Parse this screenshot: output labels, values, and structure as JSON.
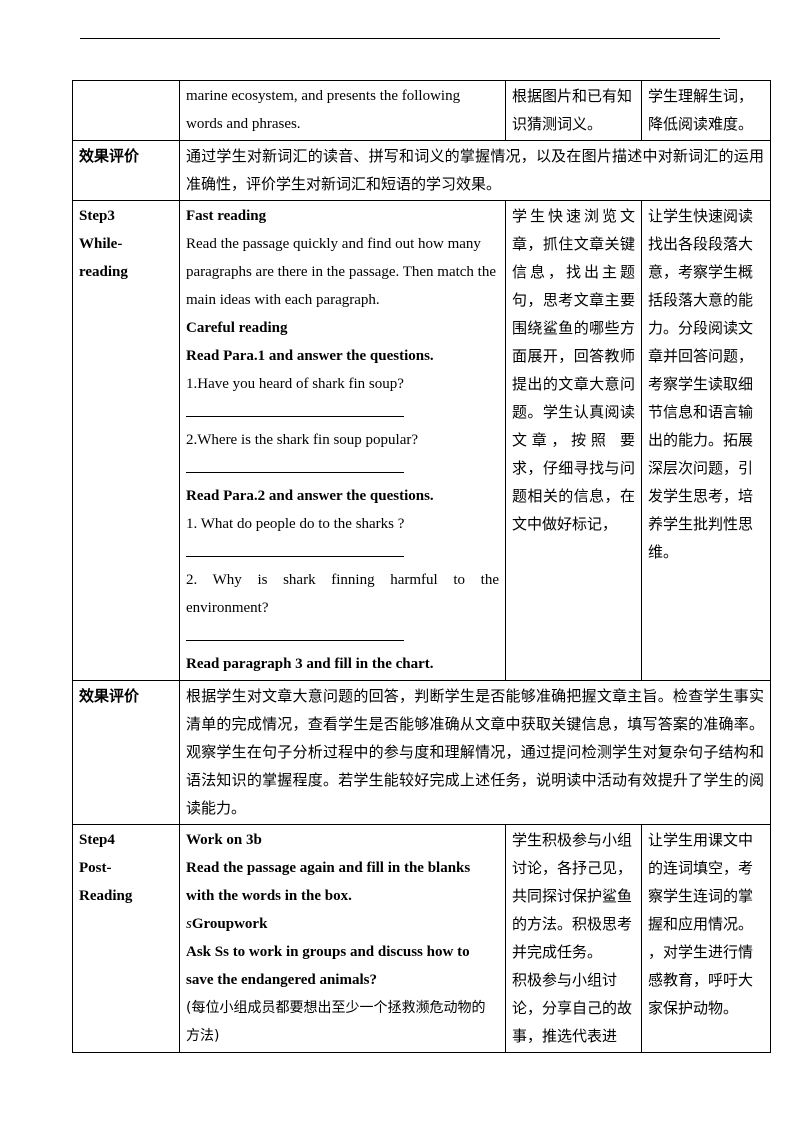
{
  "rows": {
    "r1": {
      "col2": [
        "marine ecosystem, and presents the following",
        "words and phrases."
      ],
      "col3": "根据图片和已有知识猜测词义。",
      "col4": "学生理解生词，降低阅读难度。"
    },
    "r2": {
      "label": "效果评价",
      "text": "通过学生对新词汇的读音、拼写和词义的掌握情况，以及在图片描述中对新词汇的运用准确性，评价学生对新词汇和短语的学习效果。"
    },
    "r3": {
      "step": [
        "Step3",
        "While-",
        "reading"
      ],
      "fast_title": "Fast reading",
      "fast_text": "Read the passage quickly and find out how many paragraphs are there in the passage. Then match the main ideas with each paragraph.",
      "careful_title": "Careful reading",
      "para1_title": "Read Para.1 and answer the questions.",
      "q1": "1.Have you heard of shark fin soup?",
      "q2": "2.Where is the shark fin soup popular?",
      "para2_title": "Read Para.2 and answer the questions.",
      "q3": "1.  What do people do to the sharks ?",
      "q4": "2. Why is shark finning harmful to the environment?",
      "para3_title": "Read paragraph 3 and fill in the chart.",
      "col3": "学生快速浏览文章，抓住文章关键信息，找出主题句，思考文章主要围绕鲨鱼的哪些方面展开，回答教师提出的文章大意问题。学生认真阅读文章，按照 要求，仔细寻找与问题相关的信息，在文中做好标记，",
      "col4": "让学生快速阅读找出各段段落大意，考察学生概括段落大意的能力。分段阅读文章并回答问题，考察学生读取细节信息和语言输出的能力。拓展深层次问题，引发学生思考，培养学生批判性思维。"
    },
    "r4": {
      "label": "效果评价",
      "text": "根据学生对文章大意问题的回答，判断学生是否能够准确把握文章主旨。检查学生事实清单的完成情况，查看学生是否能够准确从文章中获取关键信息，填写答案的准确率。观察学生在句子分析过程中的参与度和理解情况，通过提问检测学生对复杂句子结构和语法知识的掌握程度。若学生能较好完成上述任务，说明读中活动有效提升了学生的阅读能力。"
    },
    "r5": {
      "step": [
        "Step4",
        "Post-",
        "Reading"
      ],
      "work_title": "Work on 3b",
      "work_text": "Read the passage again and fill in the blanks with the words in the box.",
      "group_prefix": "s",
      "group_title": "Groupwork",
      "group_text": " Ask Ss to work in groups and discuss how to save the endangered animals?",
      "note": "(每位小组成员都要想出至少一个拯救濒危动物的方法)",
      "col3a": "学生积极参与小组讨论，各抒己见，共同探讨保护鲨鱼的方法。积极思考并完成任务。",
      "col3b": "  积极参与小组讨论，分享自己的故事，推选代表进",
      "col4a": "让学生用课文中的连词填空，考察学生连词的掌握和应用情况。",
      "col4b": "，对学生进行情感教育，呼吁大家保护动物。"
    }
  }
}
